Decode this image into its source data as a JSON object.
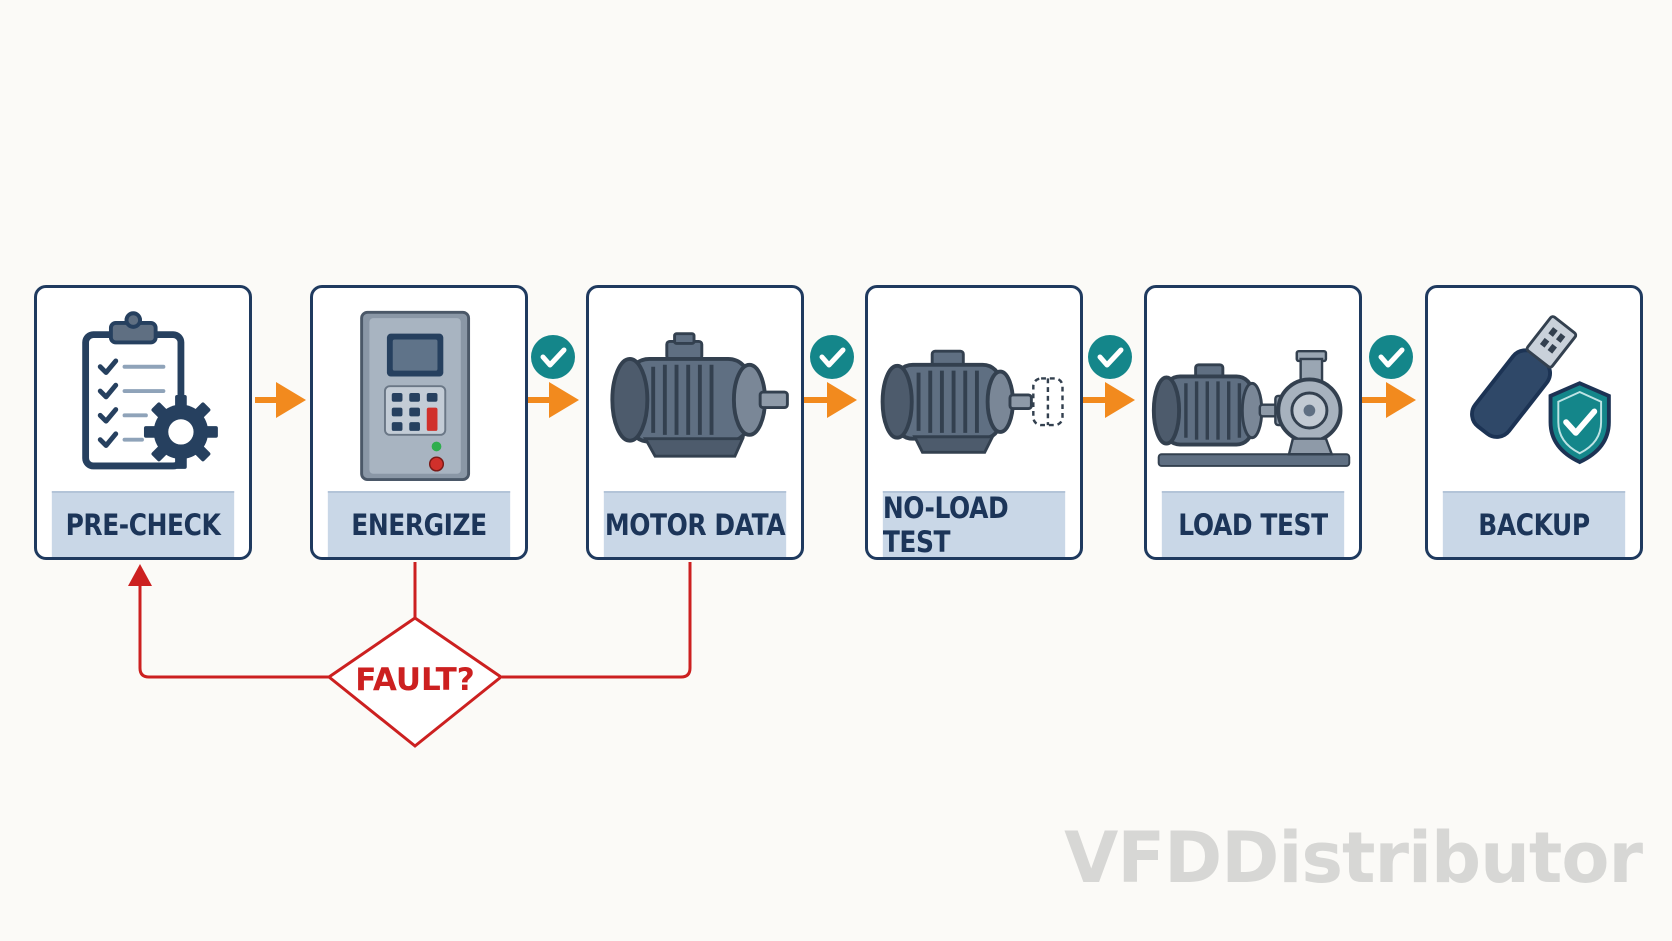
{
  "steps": [
    {
      "label": "PRE-CHECK",
      "icon": "clipboard-gear-icon"
    },
    {
      "label": "ENERGIZE",
      "icon": "vfd-drive-icon"
    },
    {
      "label": "MOTOR DATA",
      "icon": "motor-icon"
    },
    {
      "label": "NO-LOAD TEST",
      "icon": "motor-decoupled-icon"
    },
    {
      "label": "LOAD TEST",
      "icon": "motor-pump-icon"
    },
    {
      "label": "BACKUP",
      "icon": "usb-shield-icon"
    }
  ],
  "decision": {
    "label": "FAULT?"
  },
  "watermark": "VFDDistributor",
  "colors": {
    "box_border": "#1f3a5f",
    "label_band": "#c9d7e7",
    "flow_arrow": "#f28a1e",
    "check_badge": "#14868a",
    "fault_path": "#cc2020",
    "icon_gray": "#5f6f82"
  }
}
